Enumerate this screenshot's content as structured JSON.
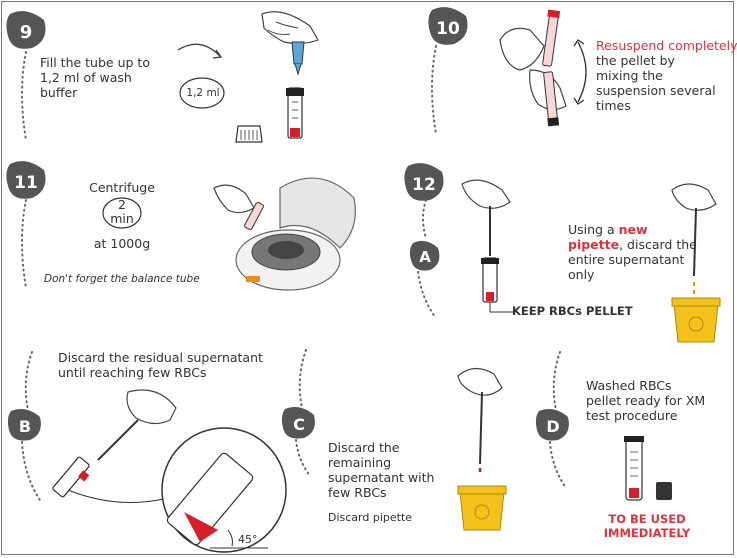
{
  "step9": {
    "badge": "9",
    "text": "Fill the tube up to 1,2 ml of wash buffer",
    "volume": "1,2 ml"
  },
  "step10": {
    "badge": "10",
    "highlight": "Resuspend completely",
    "text": "the pellet by mixing the suspension several times"
  },
  "step11": {
    "badge": "11",
    "title": "Centrifuge",
    "time_value": "2",
    "time_unit": "min",
    "speed": "at 1000g",
    "note": "Don't forget the balance tube"
  },
  "step12": {
    "badge": "12",
    "sub_badge": "A",
    "text_before": "Using a ",
    "highlight": "new pipette",
    "text_after": ", discard the entire supernatant only",
    "keep_label": "KEEP RBCs PELLET"
  },
  "stepB": {
    "badge": "B",
    "text": "Discard the residual supernatant until reaching few RBCs",
    "angle": "45°"
  },
  "stepC": {
    "badge": "C",
    "text": "Discard the remaining supernatant with few RBCs",
    "note": "Discard pipette"
  },
  "stepD": {
    "badge": "D",
    "text": "Washed RBCs pellet ready for XM test procedure",
    "warning": "TO BE USED IMMEDIATELY"
  },
  "colors": {
    "badge": "#555555",
    "accent_red": "#e1323c",
    "container_yellow": "#f2c21b",
    "blood": "#d61f2a",
    "buffer_blue": "#5aa6d8"
  }
}
